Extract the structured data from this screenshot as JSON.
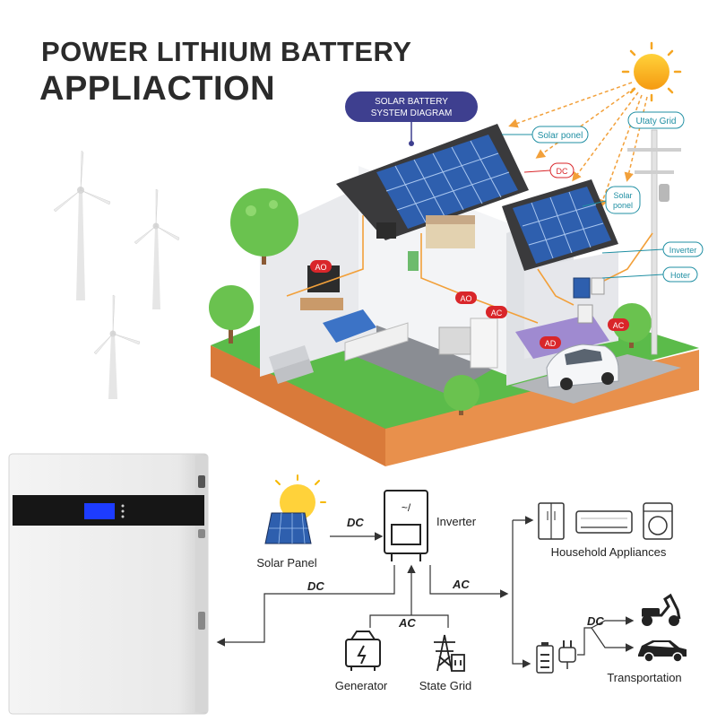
{
  "header": {
    "title_line1": "POWER LITHIUM BATTERY",
    "title_line2": "APPLIACTION"
  },
  "house_diagram": {
    "badge_line1": "SOLAR BATTERY",
    "badge_line2": "SYSTEM DIAGRAM",
    "callouts": {
      "solar_panel": "Solar ponel",
      "dc": "DC",
      "solar_panel2_line1": "Solar",
      "solar_panel2_line2": "ponel",
      "utility_grid": "Utaty Grid",
      "inverter": "Inverter",
      "heater": "Hoter",
      "ao1": "AO",
      "ao2": "AO",
      "ac1": "AC",
      "ac2": "AC",
      "ad": "AD"
    }
  },
  "flow": {
    "solar_panel": "Solar Panel",
    "inverter": "Inverter",
    "household": "Household Appliances",
    "generator": "Generator",
    "state_grid": "State Grid",
    "transportation": "Transportation",
    "dc_solar": "DC",
    "dc_battery": "DC",
    "ac_out": "AC",
    "ac_in": "AC",
    "dc_transport": "DC"
  },
  "colors": {
    "title": "#2b2b2b",
    "badge": "#3e3f8f",
    "callout_teal": "#1f8fa3",
    "callout_red": "#d9262a",
    "panel_blue": "#2e5fae",
    "grass": "#57b947",
    "soil": "#e08a4a",
    "sun": "#f7b21b",
    "battery_screen": "#1d3cff"
  }
}
